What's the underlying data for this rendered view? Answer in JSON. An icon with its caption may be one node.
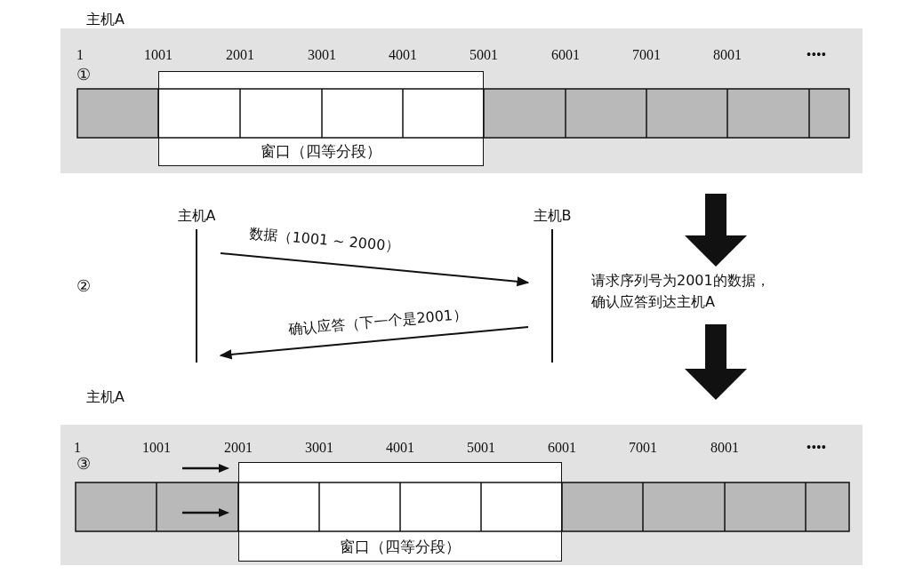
{
  "diagram": {
    "nodes": [
      {
        "text": [
          "窗口（四等分段）"
        ]
      },
      {
        "text": [
          "主机A"
        ]
      },
      {
        "text": [
          "主机B"
        ]
      },
      {
        "text": [
          "窗口（四等分段）"
        ]
      }
    ],
    "edges": [
      {
        "from": 1,
        "to": 2,
        "arrow": "to",
        "label": "数据（1001 ~ 2000）"
      },
      {
        "from": 2,
        "to": 1,
        "arrow": "to",
        "label": "确认应答（下一个是2001）"
      }
    ],
    "labels": [
      "主机A",
      "①",
      "1",
      "1001",
      "2001",
      "3001",
      "4001",
      "5001",
      "6001",
      "7001",
      "8001",
      "••••",
      "②",
      "请求序列号为2001的数据，确认应答到达主机A",
      "主机A",
      "③",
      "1",
      "1001",
      "2001",
      "3001",
      "4001",
      "5001",
      "6001",
      "7001",
      "8001",
      "••••"
    ]
  }
}
